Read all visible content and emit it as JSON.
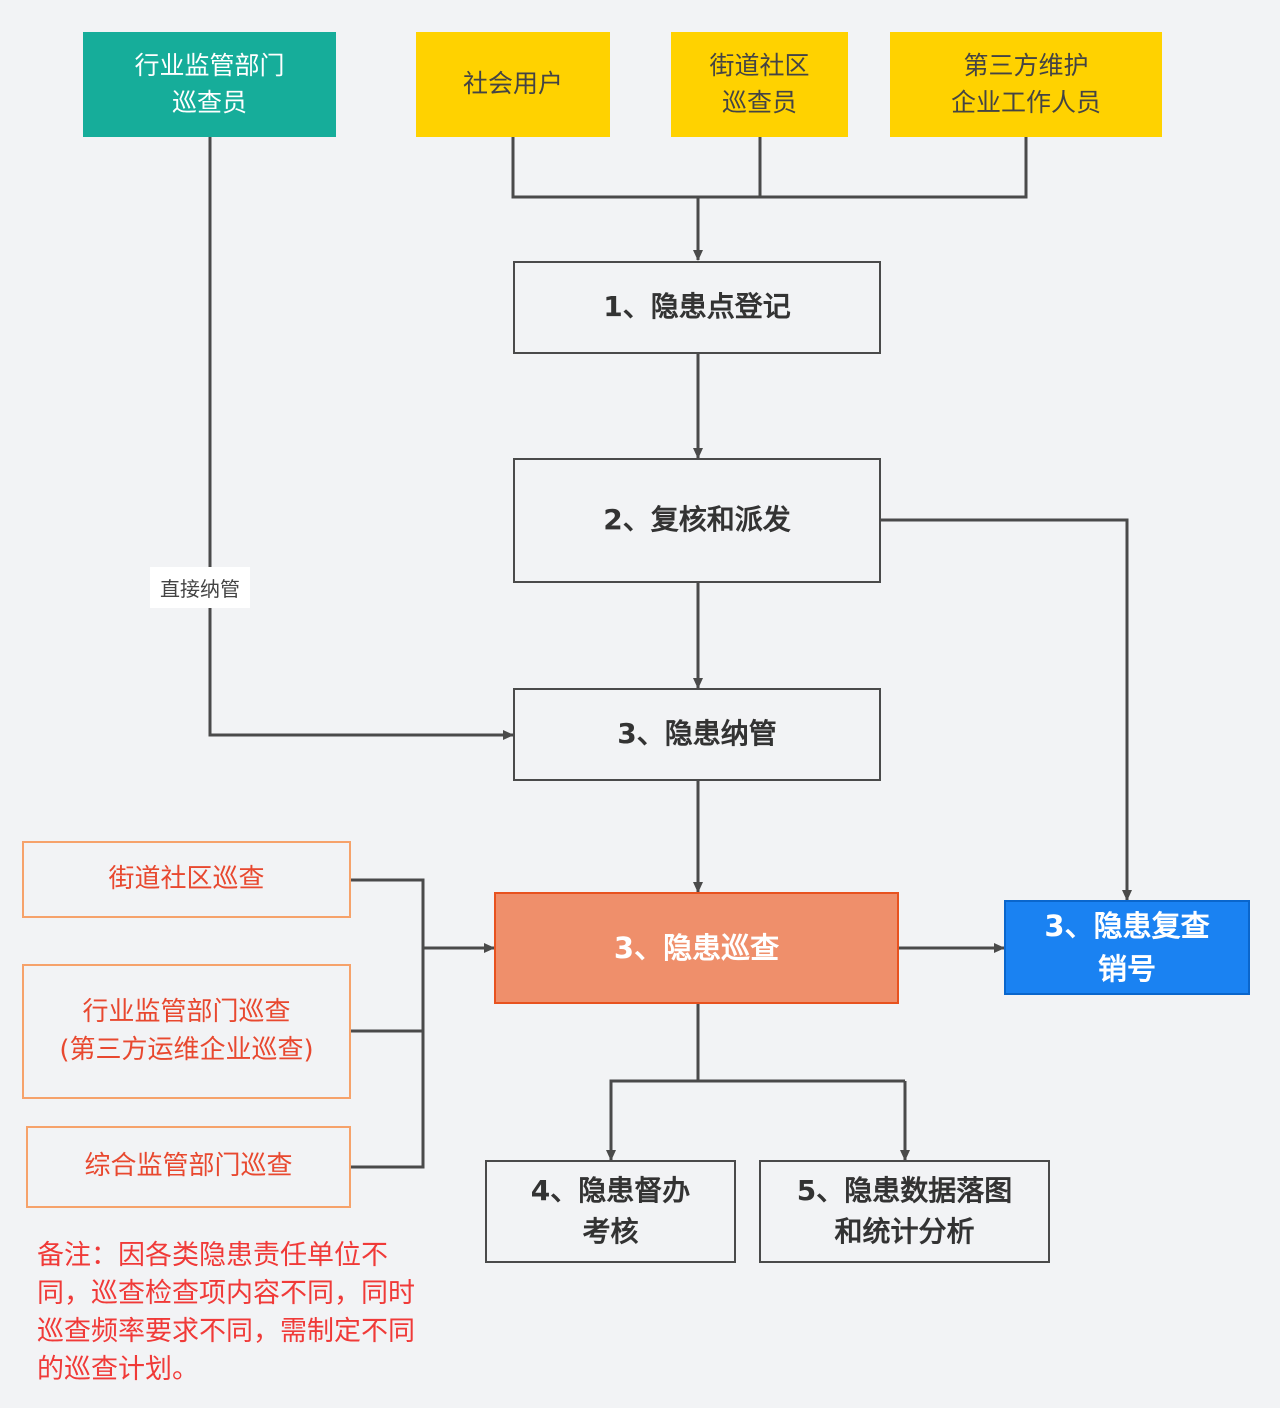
{
  "sources": {
    "regulator": [
      "行业监管部门",
      "巡查员"
    ],
    "public_user": [
      "社会用户"
    ],
    "community": [
      "街道社区",
      "巡查员"
    ],
    "third_party": [
      "第三方维护",
      "企业工作人员"
    ]
  },
  "steps": {
    "register": "1、隐患点登记",
    "review_dispatch": "2、复核和派发",
    "manage": "3、隐患纳管",
    "patrol": "3、隐患巡查",
    "recheck": [
      "3、隐患复查",
      "销号"
    ],
    "supervise": [
      "4、隐患督办",
      "考核"
    ],
    "analysis": [
      "5、隐患数据落图",
      "和统计分析"
    ]
  },
  "edge_labels": {
    "direct_manage": "直接纳管"
  },
  "patrol_types": {
    "community": "街道社区巡查",
    "industry": [
      "行业监管部门巡查",
      "(第三方运维企业巡查)"
    ],
    "comprehensive": "综合监管部门巡查"
  },
  "note": "备注：因各类隐患责任单位不同，巡查检查项内容不同，同时巡查频率要求不同，需制定不同的巡查计划。",
  "colors": {
    "teal": "#16ad9a",
    "yellow": "#ffd200",
    "patrol_fill": "#ef8f6b",
    "patrol_border": "#e8521f",
    "recheck_blue": "#1a82f2",
    "patrol_type_border": "#f6a26a",
    "note_red": "#f03a38",
    "line": "#4a4a4a"
  }
}
